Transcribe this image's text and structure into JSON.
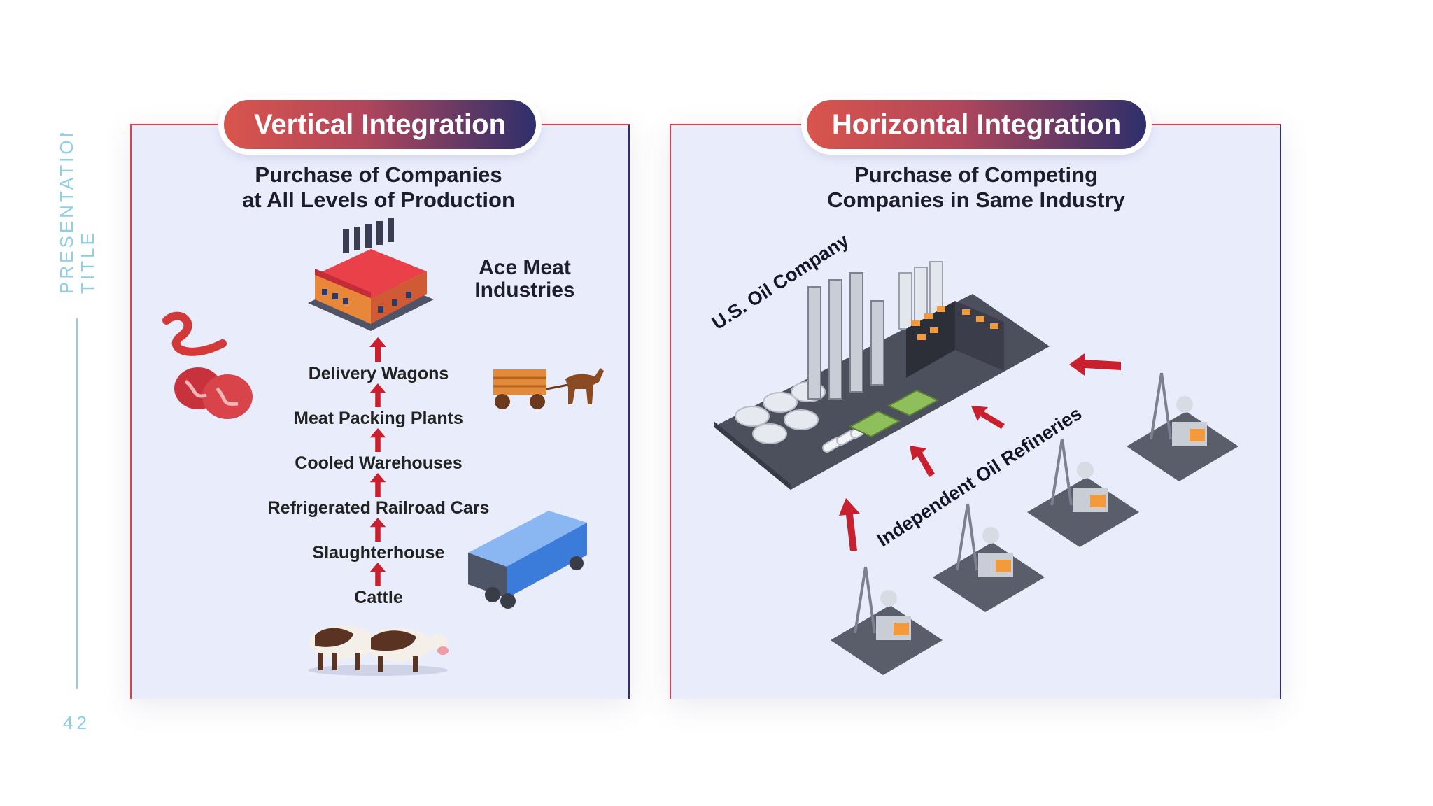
{
  "slide": {
    "side_title": "PRESENTATION TITLE",
    "page_number": "42"
  },
  "vertical": {
    "heading": "Vertical Integration",
    "subtitle_line1": "Purchase of Companies",
    "subtitle_line2": "at All Levels of Production",
    "company_line1": "Ace Meat",
    "company_line2": "Industries",
    "steps": [
      "Delivery Wagons",
      "Meat Packing Plants",
      "Cooled Warehouses",
      "Refrigerated Railroad Cars",
      "Slaughterhouse",
      "Cattle"
    ]
  },
  "horizontal": {
    "heading": "Horizontal Integration",
    "subtitle_line1": "Purchase of Competing",
    "subtitle_line2": "Companies in Same Industry",
    "company_label": "U.S. Oil Company",
    "refineries_label": "Independent Oil Refineries"
  },
  "colors": {
    "accent_red": "#d94150",
    "navy": "#2e2f6b",
    "panel_bg": "#e9ecfb",
    "side_text": "#8ecfe6",
    "arrow": "#c8202e"
  }
}
